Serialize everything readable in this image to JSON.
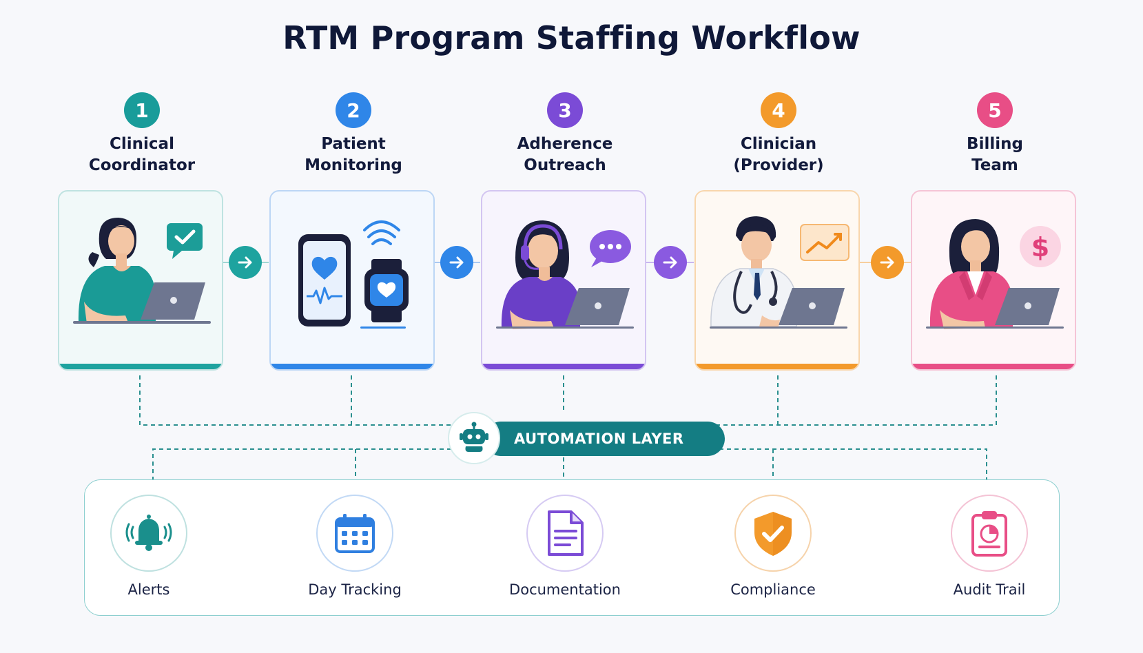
{
  "title": "RTM Program Staffing Workflow",
  "steps": [
    {
      "number": "1",
      "label_line1": "Clinical",
      "label_line2": "Coordinator",
      "color": "#199c9a",
      "icon": "coordinator-laptop-chat-check"
    },
    {
      "number": "2",
      "label_line1": "Patient",
      "label_line2": "Monitoring",
      "color": "#2f86e8",
      "icon": "phone-smartwatch-heart"
    },
    {
      "number": "3",
      "label_line1": "Adherence",
      "label_line2": "Outreach",
      "color": "#7b4bd6",
      "icon": "headset-agent-chat"
    },
    {
      "number": "4",
      "label_line1": "Clinician",
      "label_line2": "(Provider)",
      "color": "#f39a2b",
      "icon": "doctor-laptop-chart"
    },
    {
      "number": "5",
      "label_line1": "Billing",
      "label_line2": "Team",
      "color": "#e84e86",
      "icon": "billing-laptop-dollar"
    }
  ],
  "automation": {
    "label": "AUTOMATION LAYER",
    "color": "#147d83",
    "icon": "robot-icon"
  },
  "features": [
    {
      "label": "Alerts",
      "color": "#1a8f8c",
      "icon": "bell-icon"
    },
    {
      "label": "Day Tracking",
      "color": "#2f7fe0",
      "icon": "calendar-icon"
    },
    {
      "label": "Documentation",
      "color": "#7b4bd6",
      "icon": "document-icon"
    },
    {
      "label": "Compliance",
      "color": "#f39a2b",
      "icon": "shield-check-icon"
    },
    {
      "label": "Audit Trail",
      "color": "#e84e86",
      "icon": "clipboard-chart-icon"
    }
  ]
}
